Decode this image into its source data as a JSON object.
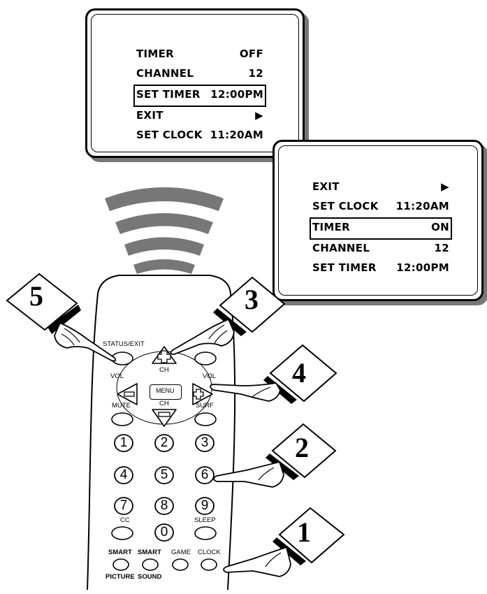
{
  "screen1": {
    "rows": [
      {
        "label": "TIMER",
        "value": "OFF"
      },
      {
        "label": "CHANNEL",
        "value": "12"
      },
      {
        "label": "SET TIMER",
        "value": "12:00PM"
      },
      {
        "label": "EXIT",
        "value": "▶"
      },
      {
        "label": "SET CLOCK",
        "value": "11:20AM"
      }
    ]
  },
  "screen2": {
    "rows": [
      {
        "label": "EXIT",
        "value": "▶"
      },
      {
        "label": "SET CLOCK",
        "value": "11:20AM"
      },
      {
        "label": "TIMER",
        "value": "ON"
      },
      {
        "label": "CHANNEL",
        "value": "12"
      },
      {
        "label": "SET TIMER",
        "value": "12:00PM"
      }
    ]
  },
  "remote": {
    "status_exit": "STATUS/EXIT",
    "ch_top": "CH",
    "ch_bottom": "CH",
    "vol_left": "VOL",
    "vol_right": "VOL",
    "menu": "MENU",
    "mute": "MUTE",
    "surf": "SURF",
    "cc": "CC",
    "sleep": "SLEEP",
    "smart1": "SMART",
    "smart2": "SMART",
    "picture": "PICTURE",
    "sound": "SOUND",
    "game": "GAME",
    "clock": "CLOCK",
    "digits": [
      "1",
      "2",
      "3",
      "4",
      "5",
      "6",
      "7",
      "8",
      "9",
      "0"
    ]
  },
  "steps": [
    "1",
    "2",
    "3",
    "4",
    "5"
  ]
}
